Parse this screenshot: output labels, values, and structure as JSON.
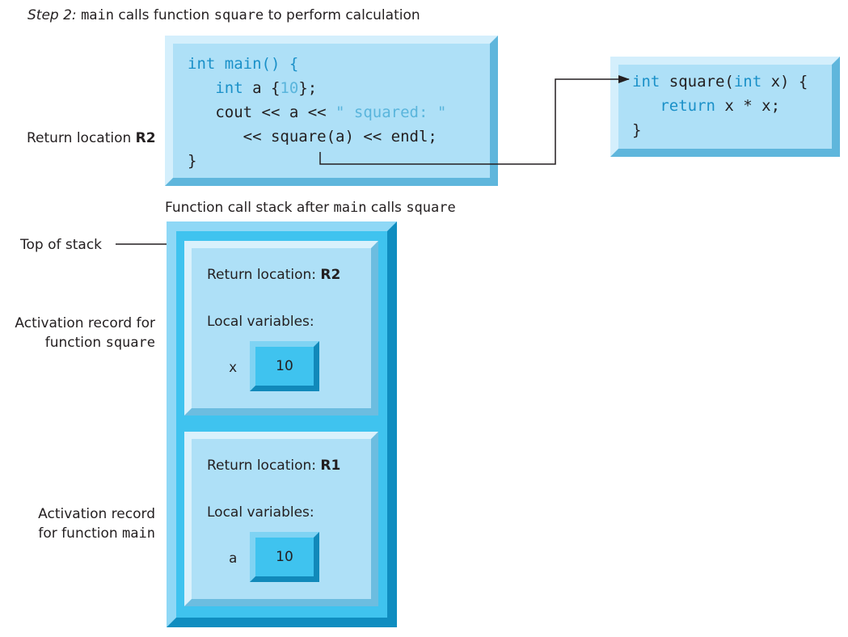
{
  "caption": {
    "step": "Step 2:",
    "main": "main",
    "calls": " calls function ",
    "square": "square",
    "rest": " to perform calculation"
  },
  "main_code": {
    "line1": "int main() {",
    "line2_kw": "int",
    "line2_a": " a {",
    "line2_num": "10",
    "line2_end": "};",
    "line3_a": "cout << a << ",
    "line3_str": "\" squared: \"",
    "line4": "<< square(a) << endl;",
    "line5": "}"
  },
  "square_code": {
    "line1_kw": "int",
    "line1_a": " square(",
    "line1_kw2": "int",
    "line1_b": " x) {",
    "line2_kw": "return",
    "line2_rest": " x * x;",
    "line3": "}"
  },
  "labels": {
    "return_loc_text": "Return location ",
    "return_loc_bold": "R2",
    "stack_title_a": "Function call stack after ",
    "stack_title_main": "main",
    "stack_title_b": " calls ",
    "stack_title_square": "square",
    "top_of_stack": "Top of stack",
    "act_square_l1": "Activation record for",
    "act_square_l2": "function ",
    "act_square_fn": "square",
    "act_main_l1": "Activation record",
    "act_main_l2": "for function ",
    "act_main_fn": "main"
  },
  "records": [
    {
      "return_label": "Return location: ",
      "return_value": "R2",
      "locals_label": "Local variables:",
      "var_name": "x",
      "var_value": "10"
    },
    {
      "return_label": "Return location: ",
      "return_value": "R1",
      "locals_label": "Local variables:",
      "var_name": "a",
      "var_value": "10"
    }
  ]
}
